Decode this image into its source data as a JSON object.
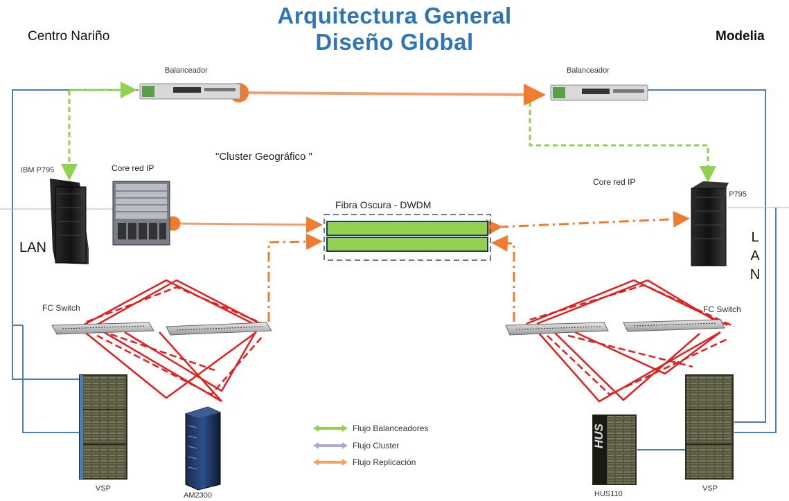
{
  "title": {
    "line1": "Arquitectura General",
    "line2": "Diseño Global"
  },
  "sites": {
    "left": "Centro Nariño",
    "right": "Modelia"
  },
  "nodes": {
    "balancer_left": "Balanceador",
    "balancer_right": "Balanceador",
    "server_left": "IBM P795",
    "server_right": "M P795",
    "core_left": "Core red IP",
    "core_right": "Core red IP",
    "cluster": "\"Cluster Geográfico \"",
    "dwdm": "Fibra Oscura - DWDM",
    "lan_left": "LAN",
    "lan_right": "L A N",
    "fc_left": "FC  Switch",
    "fc_right": "FC  Switch",
    "vsp_left": "VSP",
    "am2300": "AM2300",
    "hus110": "HUS110",
    "hus_mark": "HUS",
    "vsp_right": "VSP"
  },
  "legend": [
    {
      "label": "Flujo Balanceadores",
      "color": "#92d050"
    },
    {
      "label": "Flujo Cluster",
      "color": "#b4a7d6"
    },
    {
      "label": "Flujo Replicación",
      "color": "#f4a460"
    }
  ],
  "colors": {
    "title": "#2e75b6",
    "lan_link": "#4a7ebb",
    "balancer_flow": "#92d050",
    "replication_flow": "#ed7d31",
    "fc_link": "#e02020",
    "dwdm_fill": "#92d050"
  }
}
